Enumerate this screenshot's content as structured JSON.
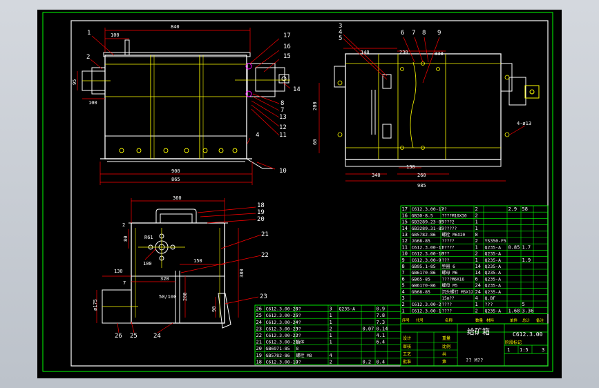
{
  "drawing": {
    "top_view": {
      "dim_width": "840",
      "dim_handle": "100",
      "dim_bottom": "900",
      "dim_overall": "865",
      "dim_shaft": "100",
      "dim_flange": "95"
    },
    "side_view": {
      "dim_140": "140",
      "dim_230": "230",
      "dim_330": "330",
      "dim_200": "200",
      "dim_60": "60",
      "dim_130": "130",
      "dim_260": "260",
      "dim_340": "340",
      "dim_overall": "985",
      "hole_note": "4-ø13"
    },
    "front_view": {
      "dim_360": "360",
      "dim_2": "2",
      "dim_80": "80",
      "dim_r": "R61",
      "dim_100": "100",
      "dim_150": "150",
      "dim_130": "130",
      "dim_320": "320",
      "dim_ratio": "50/100",
      "dim_200": "200",
      "dim_380": "380",
      "dim_90": "90",
      "dim_175": "ø175",
      "dim_7": "7"
    },
    "callouts": [
      "1",
      "2",
      "3",
      "4",
      "5",
      "6",
      "7",
      "8",
      "9",
      "10",
      "11",
      "12",
      "13",
      "14",
      "15",
      "16",
      "17",
      "18",
      "19",
      "20",
      "21",
      "22",
      "23",
      "24",
      "25",
      "26"
    ],
    "side_callouts": [
      "3",
      "4",
      "5",
      "6",
      "7",
      "8",
      "9"
    ]
  },
  "parts_upper": [
    {
      "no": "17",
      "code": "C612.3.00-17",
      "name": "??",
      "qty": "2",
      "mat": "",
      "w1": "2.9",
      "w2": "58"
    },
    {
      "no": "16",
      "code": "GB30-8.5",
      "name": "????M10X30",
      "qty": "2",
      "mat": "",
      "w1": "",
      "w2": ""
    },
    {
      "no": "15",
      "code": "GB3289.23-85",
      "name": "????2",
      "qty": "1",
      "mat": "",
      "w1": "",
      "w2": ""
    },
    {
      "no": "14",
      "code": "GB3289.31-85",
      "name": "??????",
      "qty": "1",
      "mat": "",
      "w1": "",
      "w2": ""
    },
    {
      "no": "13",
      "code": "GB5782-86",
      "name": "螺栓 M6X20",
      "qty": "8",
      "mat": "",
      "w1": "",
      "w2": ""
    },
    {
      "no": "12",
      "code": "JG68-85",
      "name": "?????",
      "qty": "2",
      "mat": "YS350-F5",
      "w1": "",
      "w2": ""
    },
    {
      "no": "11",
      "code": "C612.3.00-11",
      "name": "?????",
      "qty": "1",
      "mat": "Q235-A",
      "w1": "0.85",
      "w2": "1.7"
    },
    {
      "no": "10",
      "code": "C612.3.00-10",
      "name": "???",
      "qty": "2",
      "mat": "Q235-A",
      "w1": "",
      "w2": ""
    },
    {
      "no": "9",
      "code": "C612.3.00-9",
      "name": "???",
      "qty": "1",
      "mat": "Q235-A",
      "w1": "",
      "w2": "1.9"
    },
    {
      "no": "8",
      "code": "GB95.1-85",
      "name": "垫圈 6",
      "qty": "14",
      "mat": "Q235-A",
      "w1": "",
      "w2": ""
    },
    {
      "no": "7",
      "code": "GB6170-86",
      "name": "螺母 M6",
      "qty": "14",
      "mat": "Q235-A",
      "w1": "",
      "w2": ""
    },
    {
      "no": "6",
      "code": "GB65-85",
      "name": "????M6X16",
      "qty": "6",
      "mat": "Q235-A",
      "w1": "",
      "w2": ""
    },
    {
      "no": "5",
      "code": "GB6170-86",
      "name": "螺母 M5",
      "qty": "24",
      "mat": "Q235-A",
      "w1": "",
      "w2": ""
    },
    {
      "no": "4",
      "code": "GB68-85",
      "name": "沉头螺钉 M5X12",
      "qty": "24",
      "mat": "Q235-A",
      "w1": "",
      "w2": ""
    },
    {
      "no": "3",
      "code": "",
      "name": "15m??",
      "qty": "4",
      "mat": "Q.BF",
      "w1": "",
      "w2": ""
    },
    {
      "no": "2",
      "code": "C612.3.00-2",
      "name": "????",
      "qty": "1",
      "mat": "???",
      "w1": "",
      "w2": "5"
    },
    {
      "no": "1",
      "code": "C612.3.00-1",
      "name": "????",
      "qty": "2",
      "mat": "Q235-A",
      "w1": "1.68",
      "w2": "3.36"
    }
  ],
  "parts_lower": [
    {
      "no": "26",
      "code": "C612.3.00-26",
      "name": "??",
      "qty": "3",
      "mat": "Q235-A",
      "w1": "",
      "w2": "0.9"
    },
    {
      "no": "25",
      "code": "C612.3.00-25",
      "name": "??",
      "qty": "1",
      "mat": "",
      "w1": "",
      "w2": "7.8"
    },
    {
      "no": "24",
      "code": "C612.3.00-24",
      "name": "??",
      "qty": "1",
      "mat": "",
      "w1": "",
      "w2": "7.3"
    },
    {
      "no": "23",
      "code": "C612.3.00-23",
      "name": "??",
      "qty": "2",
      "mat": "",
      "w1": "0.07",
      "w2": "0.14"
    },
    {
      "no": "22",
      "code": "C612.3.00-22",
      "name": "??",
      "qty": "1",
      "mat": "",
      "w1": "",
      "w2": "4.1"
    },
    {
      "no": "21",
      "code": "C612.3.00-21",
      "name": "箱体",
      "qty": "1",
      "mat": "",
      "w1": "",
      "w2": "6.4"
    },
    {
      "no": "20",
      "code": "GB6971-85",
      "name": "8",
      "qty": "",
      "mat": "",
      "w1": "",
      "w2": ""
    },
    {
      "no": "19",
      "code": "GB5782-86",
      "name": "螺栓 M8",
      "qty": "4",
      "mat": "",
      "w1": "",
      "w2": ""
    },
    {
      "no": "18",
      "code": "C612.3.00-18",
      "name": "??",
      "qty": "2",
      "mat": "",
      "w1": "0.2",
      "w2": "0.4"
    }
  ],
  "table_header": {
    "no": "序号",
    "code": "代号",
    "name": "名称",
    "qty": "数量",
    "mat": "材料",
    "w1": "单件",
    "w2": "总计",
    "remark": "备注"
  },
  "title_block": {
    "title": "给矿箱",
    "drawing_no": "C612.3.00",
    "scale": "1:5",
    "sheet": "1",
    "sheets": "3",
    "designer_label": "设计",
    "checker_label": "审核",
    "process_label": "工艺",
    "approve_label": "批准",
    "stage_label": "阶段标记",
    "weight_label": "重量",
    "scale_label": "比例",
    "total_label": "共",
    "page_label": "第",
    "sheet_note": "?? M??"
  },
  "colors": {
    "outline": "#ffffff",
    "green": "#00ff00",
    "yellow": "#ffff00",
    "red": "#ff0000",
    "cyan": "#00ffff",
    "blue": "#3355ff",
    "magenta": "#ff00ff"
  }
}
